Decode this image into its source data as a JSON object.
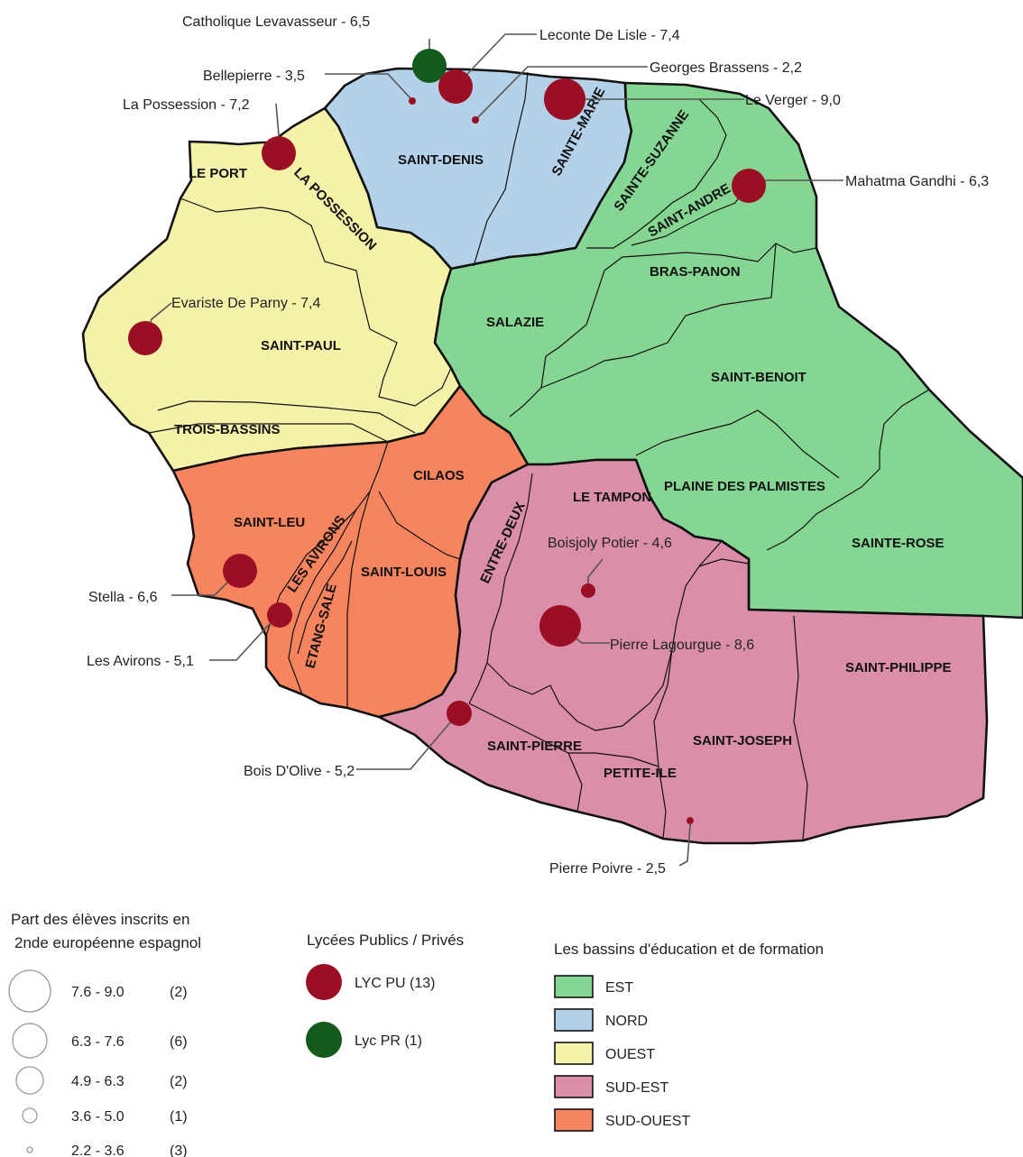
{
  "colors": {
    "EST": "#86d693",
    "NORD": "#b3d1e9",
    "OUEST": "#f5f1a8",
    "SUD_EST": "#da8ea9",
    "SUD_OUEST": "#f6845f",
    "public": "#9b0f24",
    "private": "#145a1c"
  },
  "communes": {
    "saint_denis": "SAINT-DENIS",
    "sainte_marie": "SAINTE-MARIE",
    "sainte_suzanne": "SAINTE-SUZANNE",
    "saint_andre": "SAINT-ANDRE",
    "bras_panon": "BRAS-PANON",
    "salazie": "SALAZIE",
    "saint_benoit": "SAINT-BENOIT",
    "plaine_des_palmistes": "PLAINE DES PALMISTES",
    "sainte_rose": "SAINTE-ROSE",
    "le_port": "LE PORT",
    "la_possession": "LA POSSESSION",
    "saint_paul": "SAINT-PAUL",
    "trois_bassins": "TROIS-BASSINS",
    "cilaos": "CILAOS",
    "saint_leu": "SAINT-LEU",
    "les_avirons": "LES AVIRONS",
    "etang_sale": "ETANG-SALE",
    "saint_louis": "SAINT-LOUIS",
    "entre_deux": "ENTRE-DEUX",
    "le_tampon": "LE TAMPON",
    "saint_pierre": "SAINT-PIERRE",
    "petite_ile": "PETITE-ILE",
    "saint_joseph": "SAINT-JOSEPH",
    "saint_philippe": "SAINT-PHILIPPE"
  },
  "lycees": [
    {
      "name": "Catholique Levavasseur - 6,5",
      "value": 6.5,
      "type": "private"
    },
    {
      "name": "Leconte De Lisle - 7,4",
      "value": 7.4,
      "type": "public"
    },
    {
      "name": "Georges Brassens  - 2,2",
      "value": 2.2,
      "type": "public"
    },
    {
      "name": "Bellepierre - 3,5",
      "value": 3.5,
      "type": "public"
    },
    {
      "name": "Le Verger - 9,0",
      "value": 9.0,
      "type": "public"
    },
    {
      "name": "La Possession - 7,2",
      "value": 7.2,
      "type": "public"
    },
    {
      "name": "Mahatma Gandhi - 6,3",
      "value": 6.3,
      "type": "public"
    },
    {
      "name": "Evariste De Parny - 7,4",
      "value": 7.4,
      "type": "public"
    },
    {
      "name": "Boisjoly Potier - 4,6",
      "value": 4.6,
      "type": "public"
    },
    {
      "name": "Stella - 6,6",
      "value": 6.6,
      "type": "public"
    },
    {
      "name": "Pierre Lagourgue - 8,6",
      "value": 8.6,
      "type": "public"
    },
    {
      "name": "Les Avirons - 5,1",
      "value": 5.1,
      "type": "public"
    },
    {
      "name": "Bois D'Olive - 5,2",
      "value": 5.2,
      "type": "public"
    },
    {
      "name": "Pierre Poivre - 2,5",
      "value": 2.5,
      "type": "public"
    }
  ],
  "legend_size": {
    "title_line1": "Part des élèves inscrits en",
    "title_line2": "2nde européenne espagnol",
    "classes": [
      {
        "range": "7.6 - 9.0",
        "count": "(2)"
      },
      {
        "range": "6.3 - 7.6",
        "count": "(6)"
      },
      {
        "range": "4.9 - 6.3",
        "count": "(2)"
      },
      {
        "range": "3.6 - 5.0",
        "count": "(1)"
      },
      {
        "range": "2.2 - 3.6",
        "count": "(3)"
      }
    ]
  },
  "legend_type": {
    "title": "Lycées Publics / Privés",
    "public": "LYC PU (13)",
    "private": "Lyc PR (1)"
  },
  "legend_bassins": {
    "title": "Les bassins d'éducation et de formation",
    "items": [
      "EST",
      "NORD",
      "OUEST",
      "SUD-EST",
      "SUD-OUEST"
    ]
  }
}
